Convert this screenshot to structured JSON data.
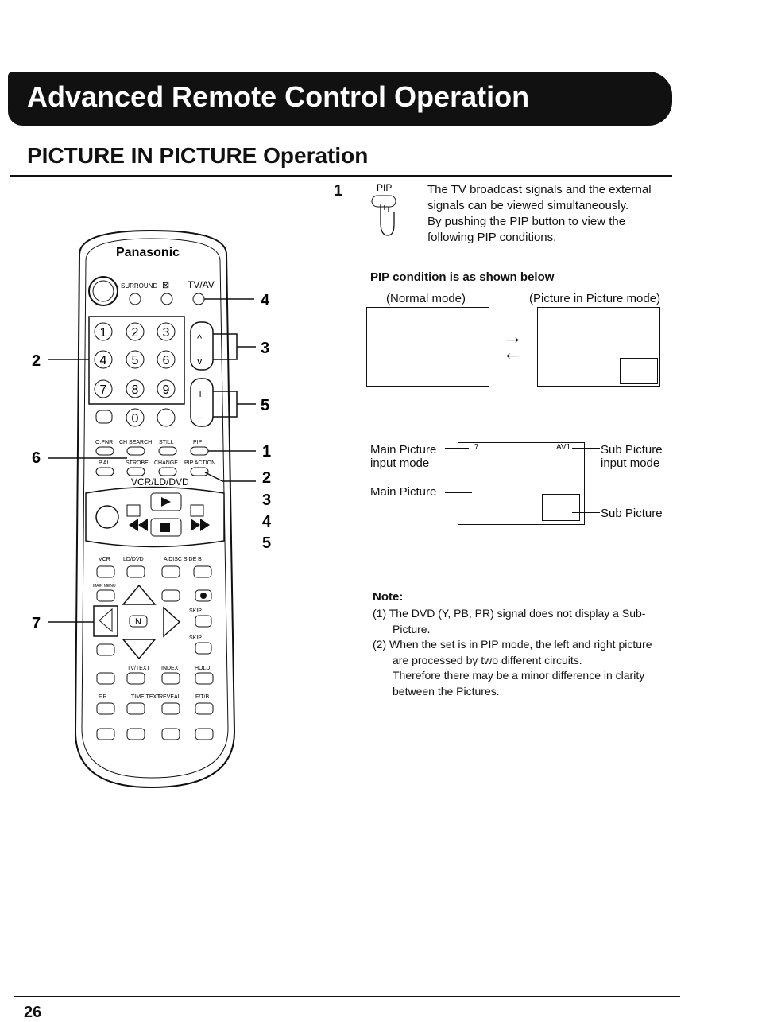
{
  "header": {
    "banner_title": "Advanced Remote Control Operation",
    "section_title": "PICTURE IN PICTURE Operation"
  },
  "step1": {
    "number": "1",
    "pip_label": "PIP",
    "lines": [
      "The TV broadcast signals and the external",
      "signals can be viewed simultaneously.",
      "By pushing the PIP button to view the",
      "following PIP conditions."
    ]
  },
  "pip_condition": {
    "heading": "PIP condition is as shown below",
    "normal_label": "(Normal mode)",
    "pip_label": "(Picture in Picture mode)",
    "arrow_right": "→",
    "arrow_left": "←"
  },
  "pip_diagram": {
    "main_input_label": "Main Picture",
    "main_input_label2": "input mode",
    "main_picture_label": "Main Picture",
    "sub_input_label": "Sub Picture",
    "sub_input_label2": "input mode",
    "sub_picture_label": "Sub Picture",
    "main_channel": "7",
    "sub_channel": "AV1"
  },
  "note": {
    "title": "Note:",
    "items": [
      "(1) The DVD (Y, PB, PR) signal does not display a Sub-",
      "Picture.",
      "(2) When the set is in PIP mode, the left and right picture",
      "are processed by two different circuits.",
      "Therefore there may be a minor difference in clarity",
      "between the Pictures."
    ]
  },
  "remote": {
    "brand": "Panasonic",
    "surround": "SURROUND",
    "tvav": "TV/AV",
    "digits": [
      "1",
      "2",
      "3",
      "4",
      "5",
      "6",
      "7",
      "8",
      "9",
      "0"
    ],
    "up": "^",
    "down": "v",
    "plus": "+",
    "minus": "−",
    "mute": "⊠",
    "row1": [
      "O.PNR",
      "CH SEARCH",
      "STILL",
      "PIP"
    ],
    "row2": [
      "P.AI",
      "STROBE",
      "CHANGE",
      "PIP ACTION"
    ],
    "vcr_ld_dvd": "VCR/LD/DVD",
    "vcr": "VCR",
    "lddvd": "LD/DVD",
    "disc_side": "A DISC SIDE B",
    "main_menu": "MAIN MENU",
    "n": "N",
    "skip": "SKIP",
    "tvtext": "TV/TEXT",
    "index": "INDEX",
    "hold": "HOLD",
    "time_text": "TIME TEXT",
    "reveal": "REVEAL",
    "fp": "F.P.",
    "ftb": "F/T/B",
    "callouts": [
      "4",
      "3",
      "5",
      "1",
      "2",
      "3",
      "4",
      "5",
      "2",
      "6",
      "7"
    ]
  },
  "page": {
    "number": "26"
  }
}
